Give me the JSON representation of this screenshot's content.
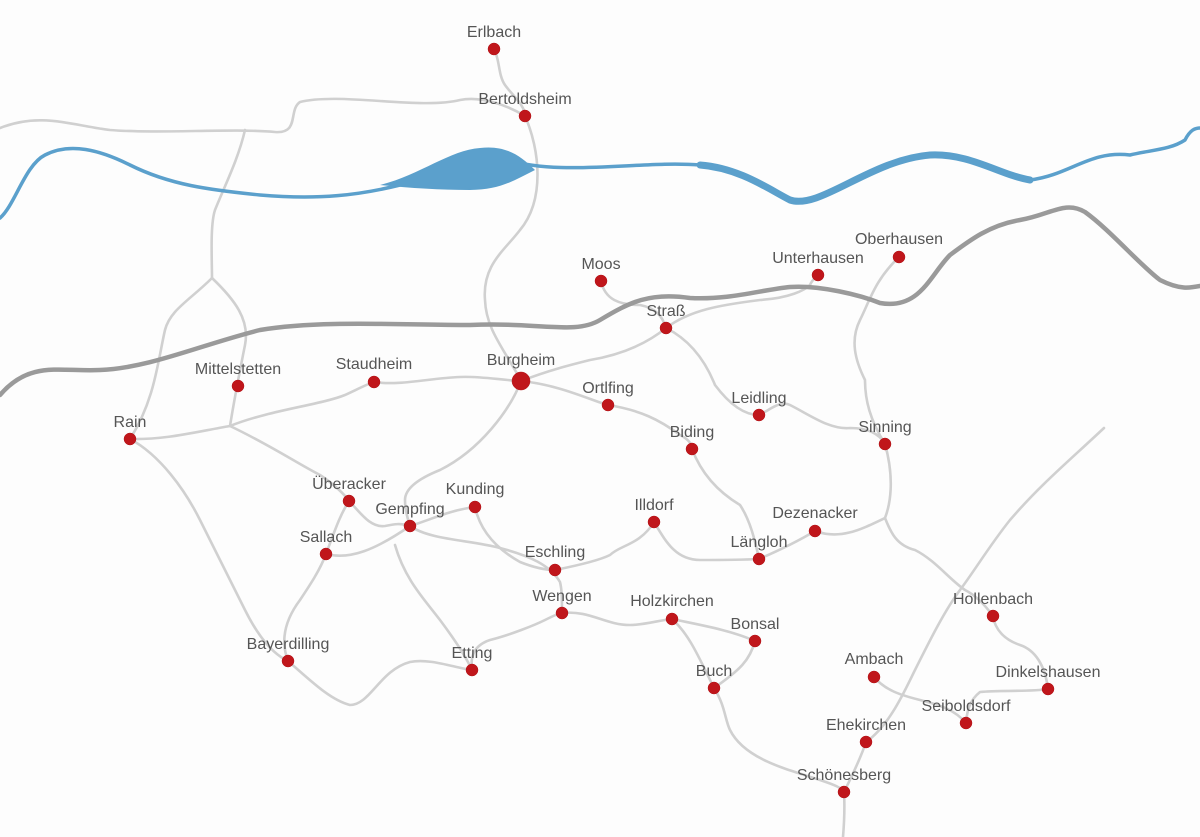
{
  "map": {
    "colors": {
      "river": "#5ba0cc",
      "railway": "#9a9a9a",
      "road": "#d0d0d0",
      "town_marker": "#c0161b",
      "label": "#555555",
      "background": "#fdfdfd"
    },
    "towns": [
      {
        "id": "erlbach",
        "name": "Erlbach"
      },
      {
        "id": "bertoldsheim",
        "name": "Bertoldsheim"
      },
      {
        "id": "moos",
        "name": "Moos"
      },
      {
        "id": "unterhausen",
        "name": "Unterhausen"
      },
      {
        "id": "oberhausen",
        "name": "Oberhausen"
      },
      {
        "id": "strass",
        "name": "Straß"
      },
      {
        "id": "mittelstetten",
        "name": "Mittelstetten"
      },
      {
        "id": "staudheim",
        "name": "Staudheim"
      },
      {
        "id": "burgheim",
        "name": "Burgheim"
      },
      {
        "id": "ortlfing",
        "name": "Ortlfing"
      },
      {
        "id": "leidling",
        "name": "Leidling"
      },
      {
        "id": "rain",
        "name": "Rain"
      },
      {
        "id": "biding",
        "name": "Biding"
      },
      {
        "id": "sinning",
        "name": "Sinning"
      },
      {
        "id": "ueberacker",
        "name": "Überacker"
      },
      {
        "id": "kunding",
        "name": "Kunding"
      },
      {
        "id": "gempfing",
        "name": "Gempfing"
      },
      {
        "id": "illdorf",
        "name": "Illdorf"
      },
      {
        "id": "dezenacker",
        "name": "Dezenacker"
      },
      {
        "id": "sallach",
        "name": "Sallach"
      },
      {
        "id": "eschling",
        "name": "Eschling"
      },
      {
        "id": "laengloh",
        "name": "Längloh"
      },
      {
        "id": "wengen",
        "name": "Wengen"
      },
      {
        "id": "holzkirchen",
        "name": "Holzkirchen"
      },
      {
        "id": "hollenbach",
        "name": "Hollenbach"
      },
      {
        "id": "bonsal",
        "name": "Bonsal"
      },
      {
        "id": "bayerdilling",
        "name": "Bayerdilling"
      },
      {
        "id": "etting",
        "name": "Etting"
      },
      {
        "id": "ambach",
        "name": "Ambach"
      },
      {
        "id": "buch",
        "name": "Buch"
      },
      {
        "id": "dinkelshausen",
        "name": "Dinkelshausen"
      },
      {
        "id": "seiboldsdorf",
        "name": "Seiboldsdorf"
      },
      {
        "id": "ehekirchen",
        "name": "Ehekirchen"
      },
      {
        "id": "schoenesberg",
        "name": "Schönesberg"
      }
    ]
  }
}
